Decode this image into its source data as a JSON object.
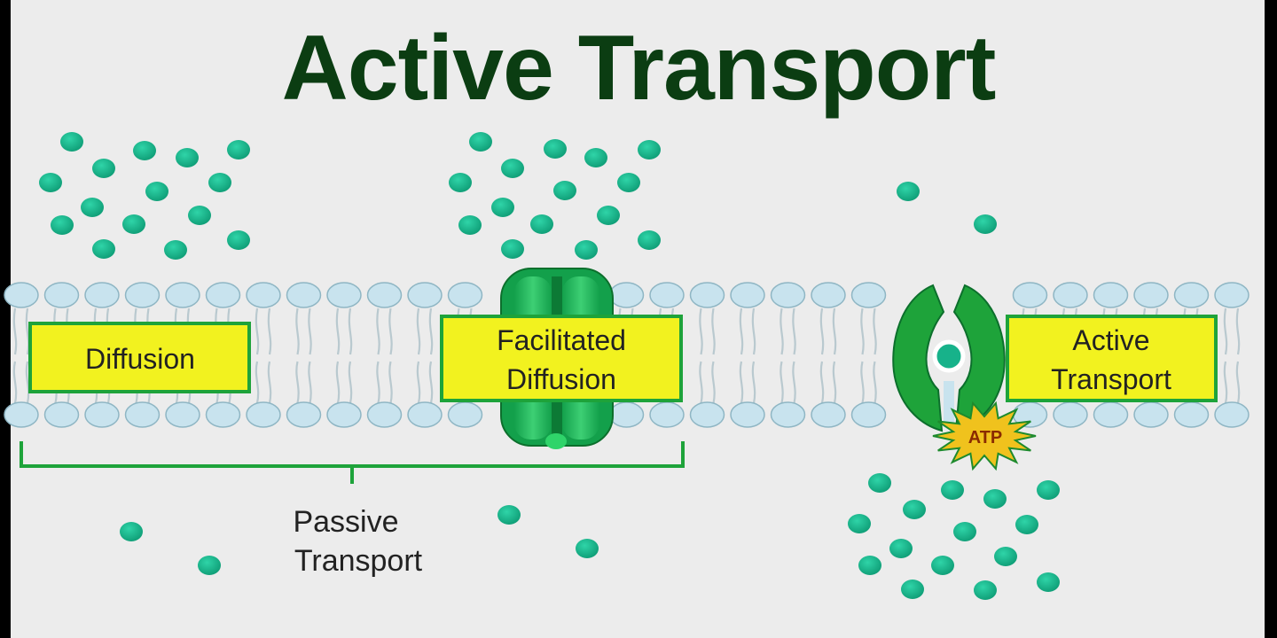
{
  "title": "Active Transport",
  "labels": {
    "diffusion": "Diffusion",
    "facilitated": [
      "Facilitated",
      "Diffusion"
    ],
    "active": [
      "Active",
      "Transport"
    ],
    "passive": [
      "Passive",
      "Transport"
    ],
    "atp": "ATP"
  },
  "colors": {
    "background": "#ececec",
    "title": "#0b3d12",
    "molecule": "#17b28a",
    "phospholipid_head": "#c8e3ee",
    "label_box_fill": "#f2f21f",
    "protein": "#1ea33a",
    "atp_burst": "#f0c21d"
  }
}
